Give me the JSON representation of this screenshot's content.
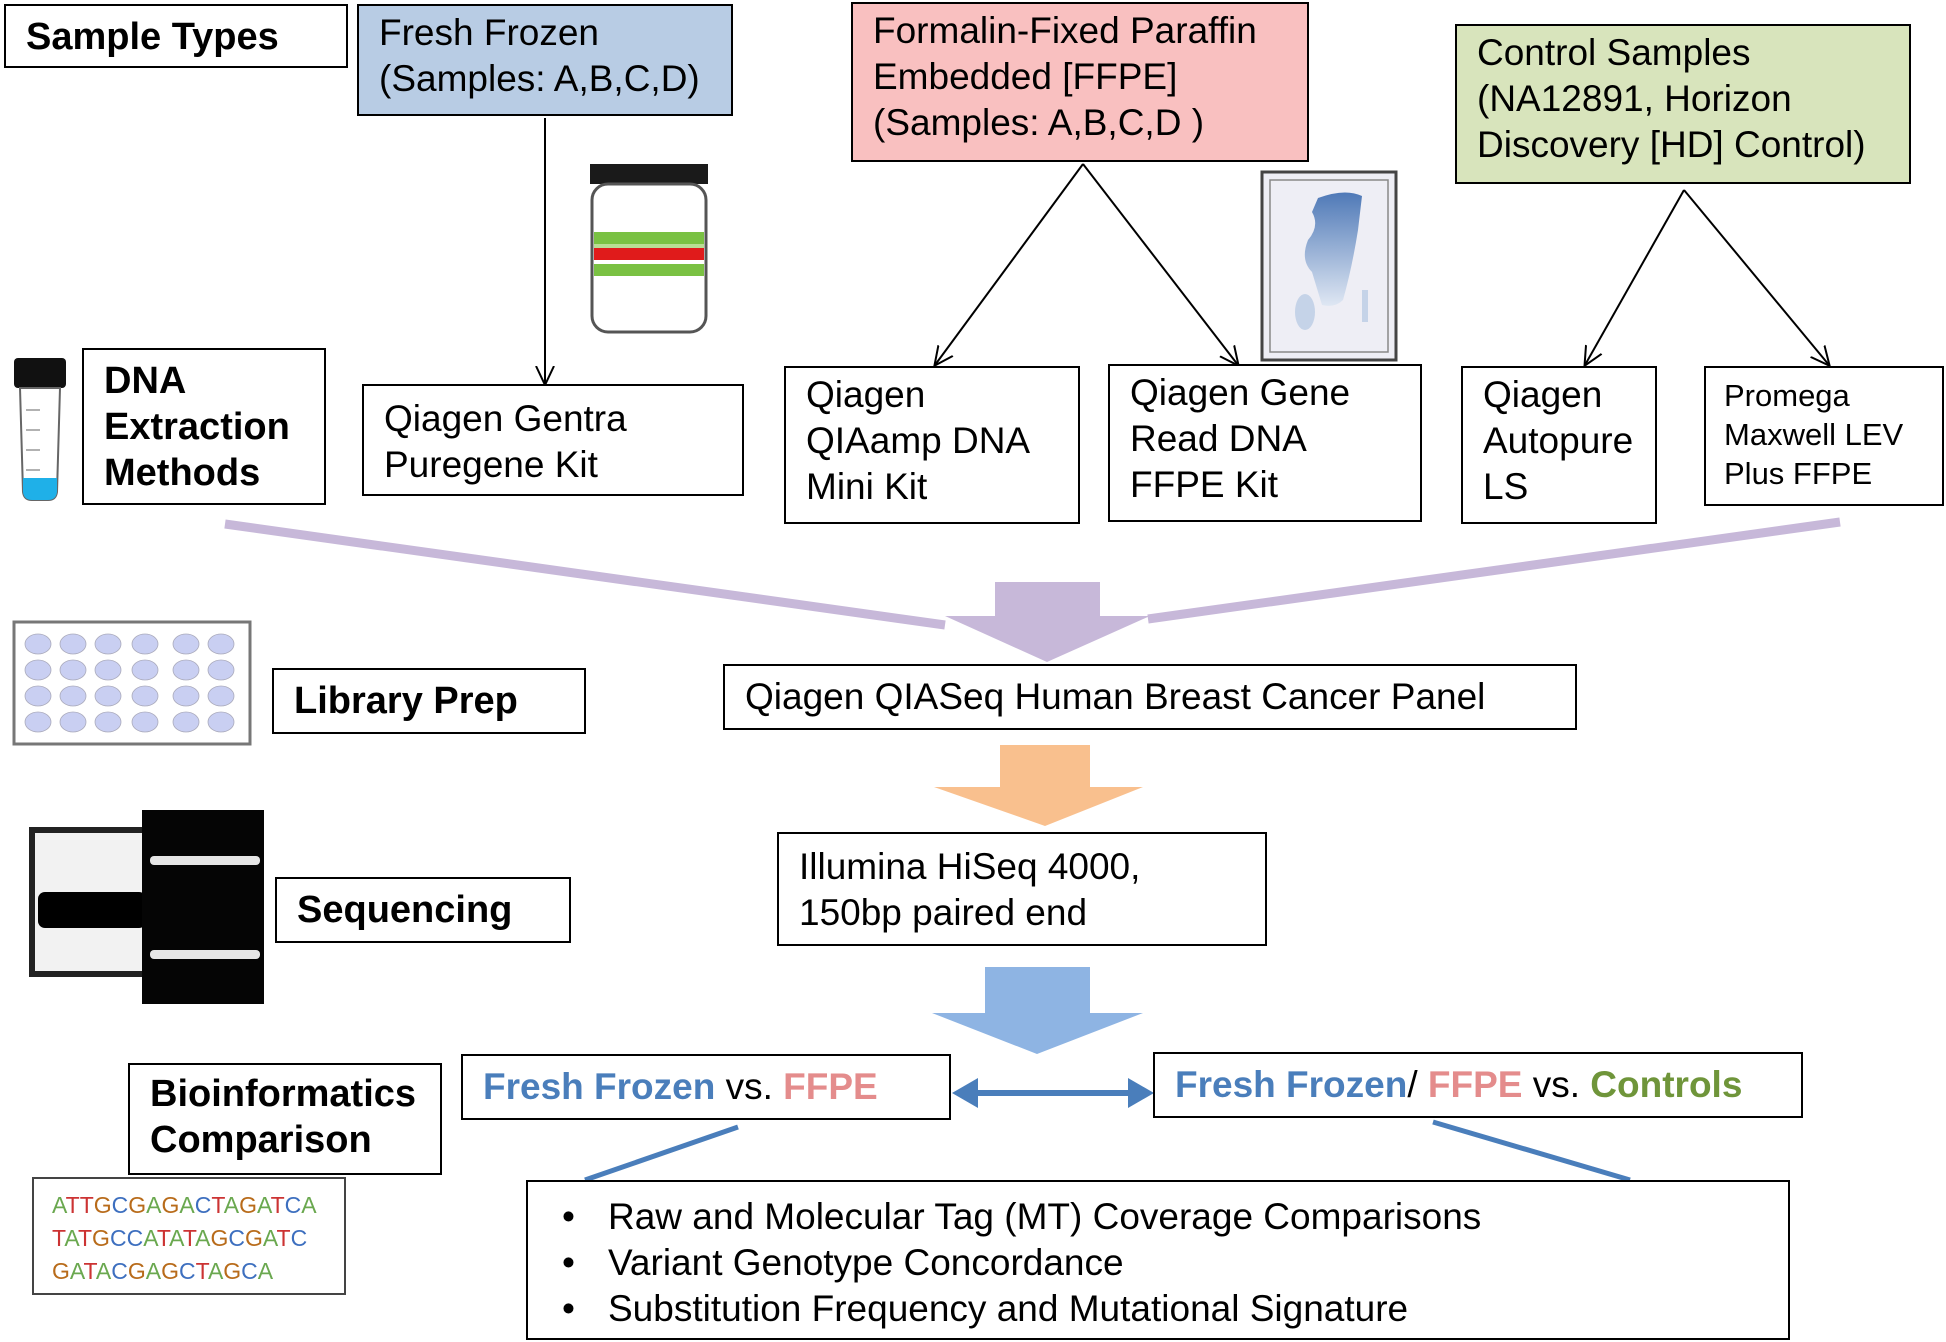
{
  "labels": {
    "sample_types": "Sample Types",
    "dna_extraction": "DNA\nExtraction\nMethods",
    "library_prep": "Library Prep",
    "sequencing": "Sequencing",
    "bioinformatics": "Bioinformatics\nComparison"
  },
  "samples": {
    "fresh_frozen": "Fresh Frozen\n(Samples: A,B,C,D)",
    "ffpe": "Formalin-Fixed Paraffin\nEmbedded [FFPE]\n(Samples: A,B,C,D  )",
    "controls": "Control Samples\n(NA12891, Horizon\nDiscovery [HD] Control)"
  },
  "kits": {
    "gentra": "Qiagen Gentra\nPuregene Kit",
    "qiaamp": "Qiagen\nQIAamp DNA\nMini Kit",
    "generead": "Qiagen Gene\nRead DNA\nFFPE Kit",
    "autopure": "Qiagen\nAutopure\nLS",
    "maxwell": "Promega\nMaxwell LEV\nPlus FFPE"
  },
  "steps": {
    "library": "Qiagen QIASeq Human Breast Cancer Panel",
    "sequencing": "Illumina HiSeq 4000,\n150bp paired end"
  },
  "comparison": {
    "left": {
      "a": "Fresh Frozen",
      "vs": " vs. ",
      "b": "FFPE"
    },
    "right": {
      "a": "Fresh Frozen",
      "slash": "/ ",
      "b": "FFPE",
      "vs": " vs. ",
      "c": "Controls"
    },
    "bullets": [
      "Raw and Molecular Tag (MT) Coverage Comparisons",
      "Variant Genotype Concordance",
      "Substitution Frequency and Mutational Signature"
    ]
  },
  "dna_sequences": [
    "ATTGCGAGACTAGATCA",
    "TATGCCATATAGCGATC",
    "GATACGAGCTAGCA"
  ],
  "colors": {
    "fresh_frozen": "#4a7ebb",
    "ffpe": "#e48c8c",
    "controls": "#6f953a",
    "purple_arrow": "#c7b8d9",
    "orange_arrow": "#f9c08e",
    "blue_arrow": "#8eb4e3",
    "nucleotide_A": "#6aa84f",
    "nucleotide_T": "#cc3333",
    "nucleotide_G": "#b86b1a",
    "nucleotide_C": "#3d6fbf"
  },
  "icons": [
    "tube-rack-icon",
    "specimen-tube-icon",
    "tissue-slide-icon",
    "well-plate-icon",
    "flow-cell-icon"
  ]
}
